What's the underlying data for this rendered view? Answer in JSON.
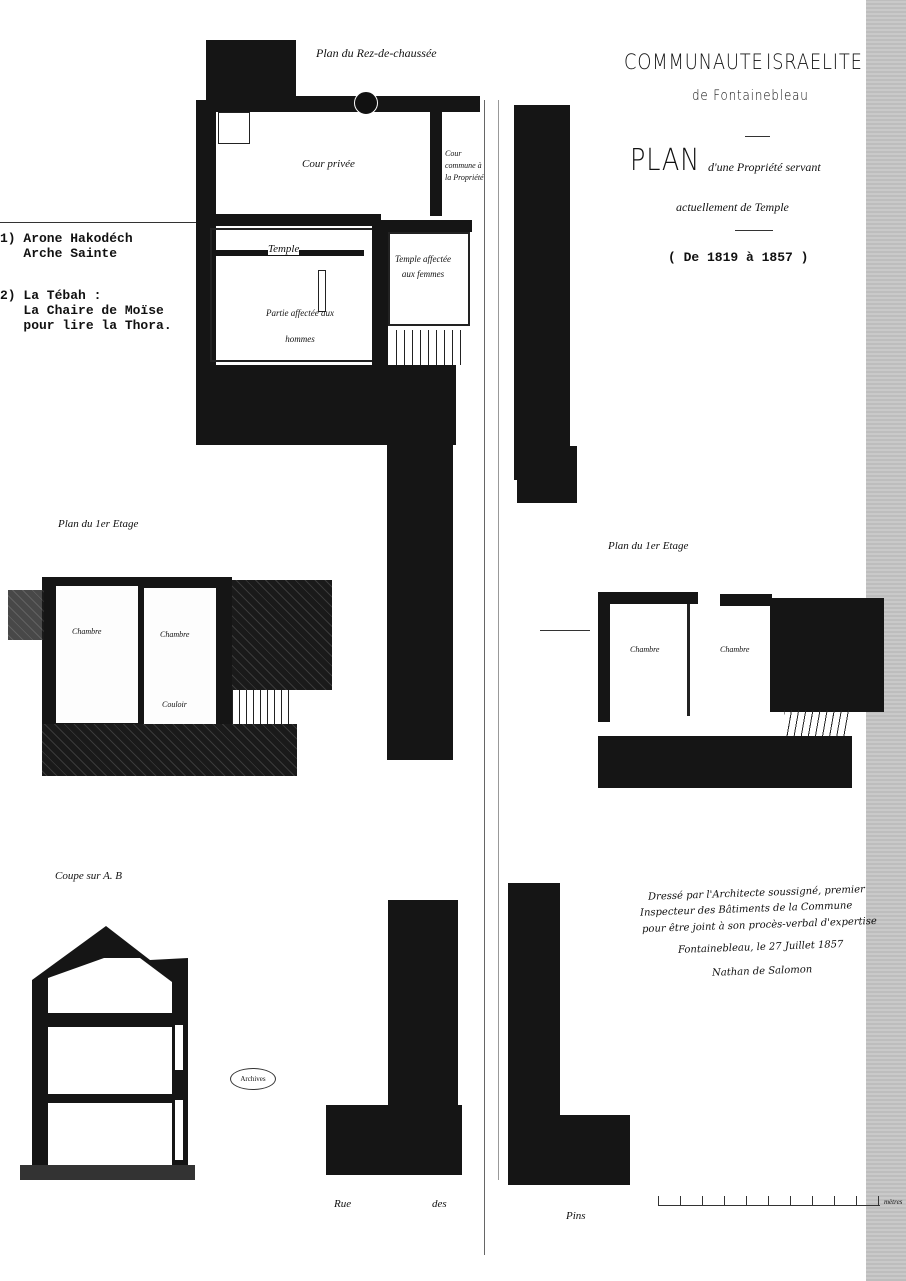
{
  "title": {
    "line1_left": "COMMUNAUTE",
    "line1_right": "ISRAELITE",
    "line2": "de Fontainebleau",
    "plan": "PLAN",
    "plan_sub1": "d'une Propriété servant",
    "plan_sub2": "actuellement de Temple",
    "dates": "( De 1819 à 1857 )"
  },
  "legend": {
    "item1_line1": "1) Arone Hakodéch",
    "item1_line2": "   Arche Sainte",
    "item2_line1": "2) La Tébah :",
    "item2_line2": "   La Chaire de Moïse",
    "item2_line3": "   pour lire la Thora."
  },
  "plans": {
    "ground_floor_title": "Plan du Rez-de-chaussée",
    "cour_privee": "Cour privée",
    "cour_commune": "Cour commune à la Propriété",
    "temple_label": "Temple",
    "temple_men": "Partie affectée aux hommes",
    "temple_women": "Temple affectée aux femmes",
    "first_floor_left_title": "Plan du 1er Etage",
    "first_floor_right_title": "Plan du 1er Etage",
    "chambre": "Chambre",
    "couloir": "Couloir",
    "section_title": "Coupe sur A. B",
    "street_1": "Rue",
    "street_2": "des",
    "street_3": "Pins",
    "stamp": "Archives"
  },
  "signature": {
    "line1": "Dressé par l'Architecte soussigné, premier",
    "line2": "Inspecteur des Bâtiments de la Commune",
    "line3": "pour être joint à son procès-verbal d'expertise",
    "line4": "Fontainebleau, le 27 Juillet 1857",
    "line5": "Nathan de Salomon"
  },
  "scale_label": "mètres"
}
